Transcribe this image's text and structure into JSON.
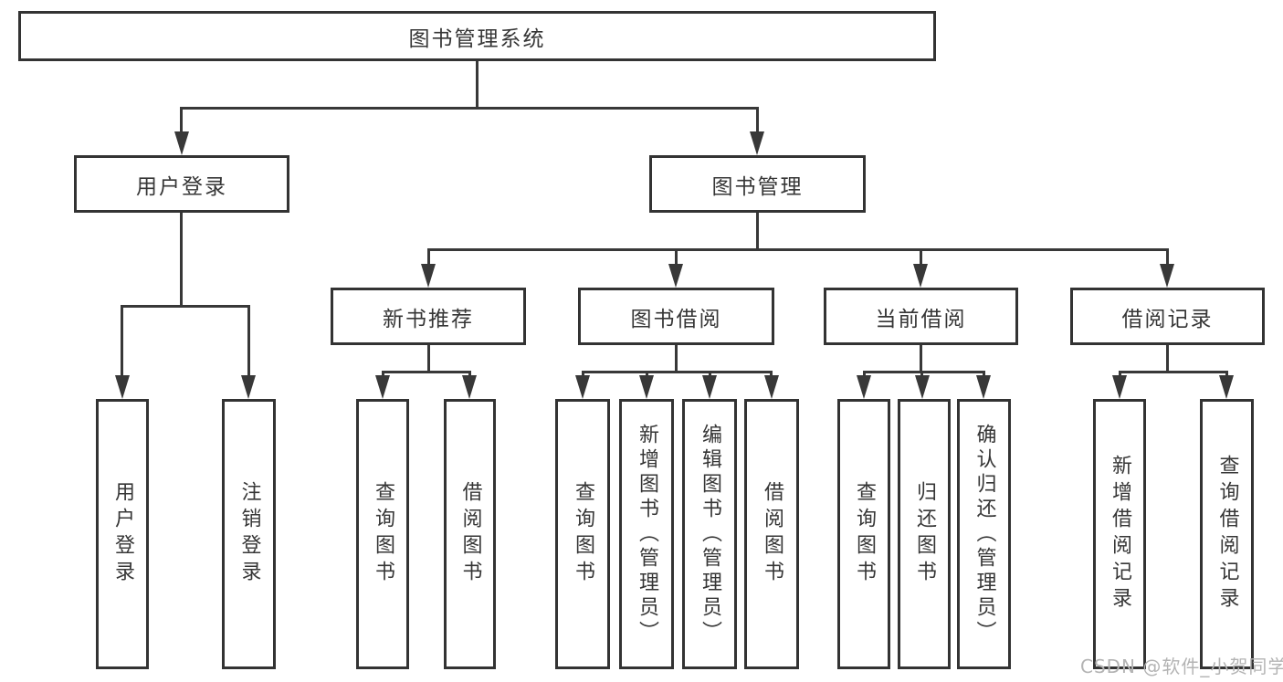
{
  "nodes": {
    "root": "图书管理系统",
    "user_login": "用户登录",
    "book_mgmt": "图书管理",
    "new_book_rec": "新书推荐",
    "book_borrow": "图书借阅",
    "current_borrow": "当前借阅",
    "borrow_records": "借阅记录",
    "login": "用户登录",
    "logout": "注销登录",
    "rec_query": "查询图书",
    "rec_borrow": "借阅图书",
    "bb_query": "查询图书",
    "bb_add": "新增图书（管理员）",
    "bb_edit": "编辑图书（管理员）",
    "bb_borrow": "借阅图书",
    "cb_query": "查询图书",
    "cb_return": "归还图书",
    "cb_confirm": "确认归还（管理员）",
    "br_add": "新增借阅记录",
    "br_query": "查询借阅记录"
  },
  "colors": {
    "line": "#383838",
    "border": "#333333",
    "text": "#363636",
    "watermark": "#b4b4b4",
    "background": "#ffffff"
  },
  "watermark": "CSDN @软件_小贺同学"
}
